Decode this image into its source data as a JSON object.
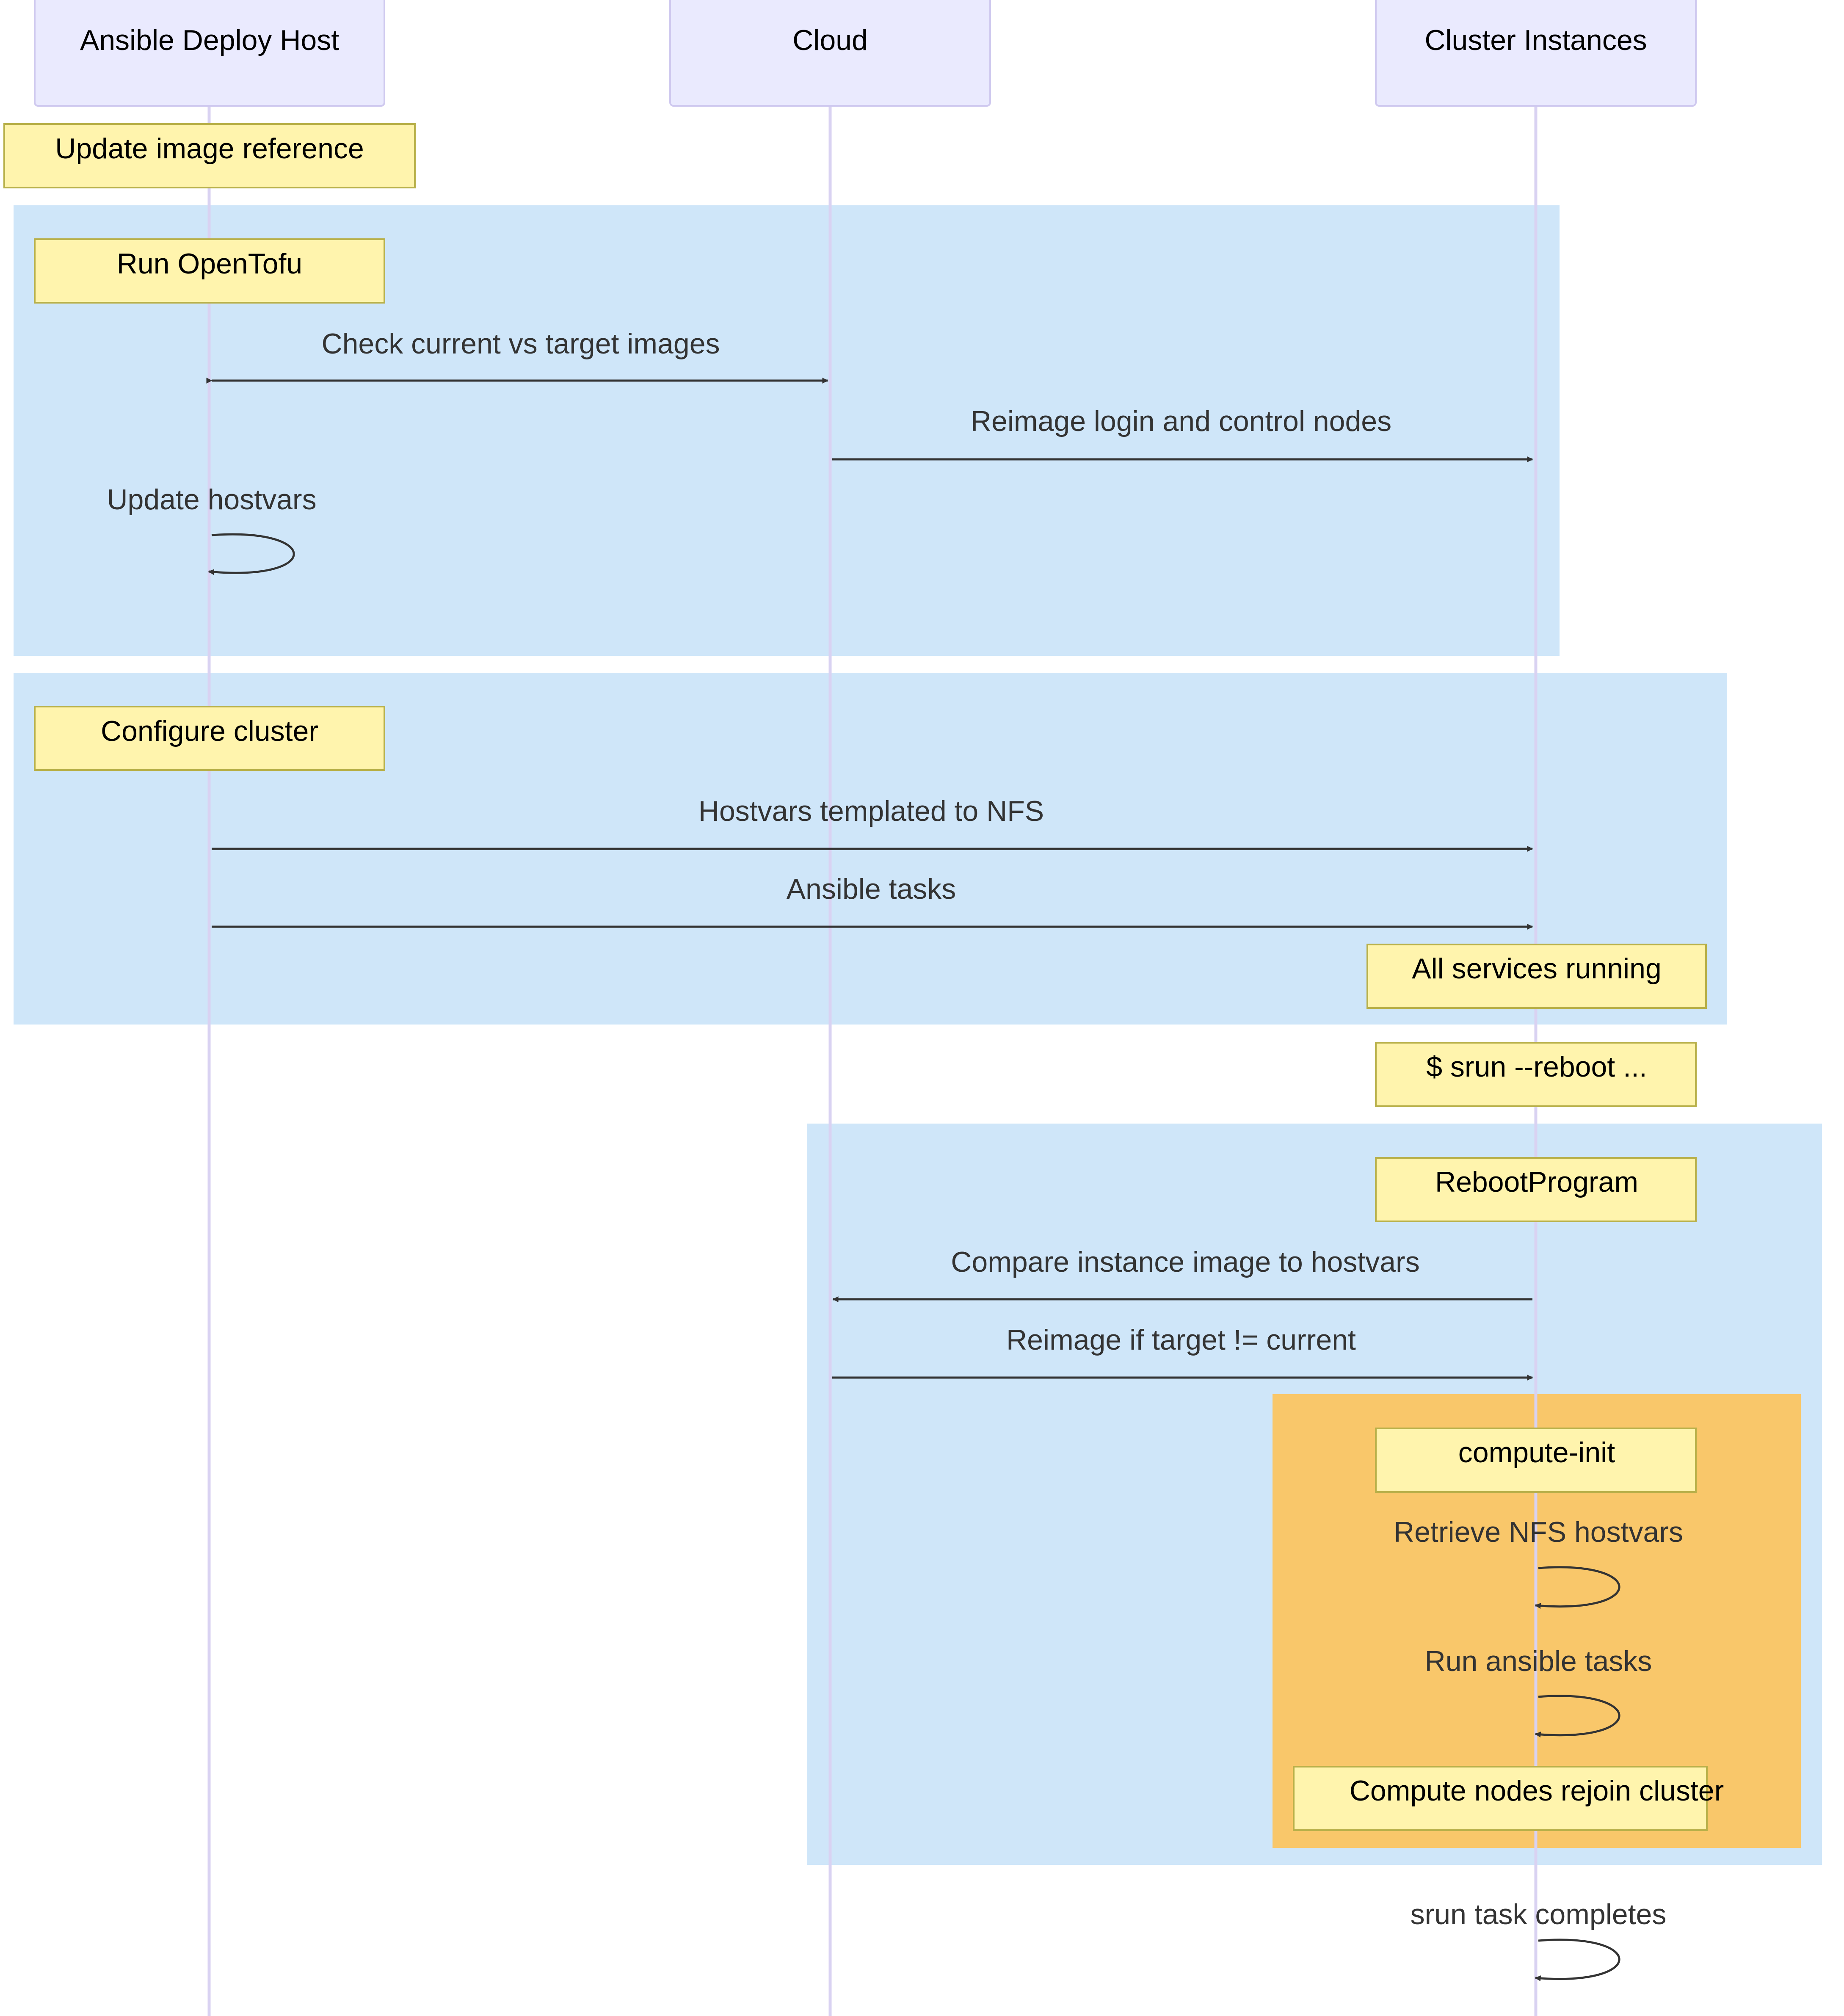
{
  "participants": [
    {
      "id": "deploy",
      "label": "Ansible Deploy Host"
    },
    {
      "id": "cloud",
      "label": "Cloud"
    },
    {
      "id": "cluster",
      "label": "Cluster Instances"
    }
  ],
  "notes": {
    "update_image_reference": "Update image reference",
    "run_opentofu": "Run OpenTofu",
    "configure_cluster": "Configure cluster",
    "all_services_running": "All services running",
    "srun_reboot": "$ srun --reboot ...",
    "reboot_program": "RebootProgram",
    "compute_init": "compute-init",
    "compute_nodes_rejoin": "Compute nodes rejoin cluster"
  },
  "messages": {
    "check_images": "Check current vs target images",
    "reimage_login_control": "Reimage login and control nodes",
    "update_hostvars": "Update hostvars",
    "hostvars_templated": "Hostvars templated to NFS",
    "ansible_tasks": "Ansible tasks",
    "compare_image": "Compare instance image to hostvars",
    "reimage_if": "Reimage if target != current",
    "retrieve_nfs_hostvars": "Retrieve NFS hostvars",
    "run_ansible_tasks": "Run ansible tasks",
    "srun_task_completes": "srun task completes"
  },
  "colors": {
    "actor_fill": "#eaeafe",
    "lifeline": "#d9d2f2",
    "group_blue": "#cfe6f9",
    "group_orange": "#f9c76a",
    "note_fill": "#fff4ad",
    "arrow": "#333333"
  }
}
